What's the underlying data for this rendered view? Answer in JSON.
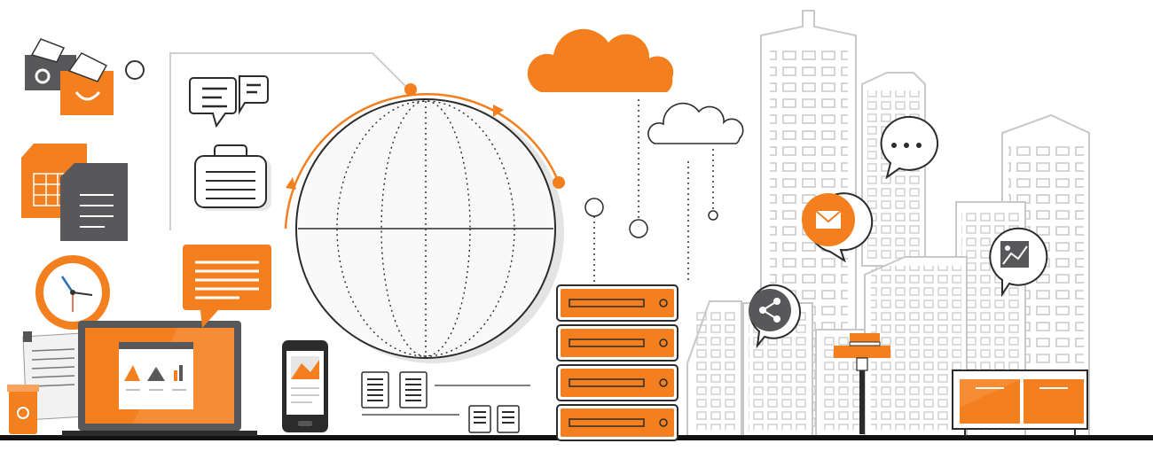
{
  "scene": {
    "kind": "flat vector illustration: cloud, server and city infrastructure",
    "colors": {
      "accent": "#f47f1f",
      "dark": "#58585a",
      "line": "#2b2b2b",
      "light_line": "#c8c8c8",
      "shadow": "#ececec",
      "ground": "#111111"
    },
    "icons": [
      "mail-envelope-icon",
      "spreadsheet-document-icon",
      "text-document-icon",
      "wall-clock-icon",
      "laptop-icon",
      "speech-bubble-icon",
      "briefcase-icon",
      "globe-icon",
      "smartphone-icon",
      "cloud-icon",
      "server-rack-icon",
      "share-icon",
      "email-bubble-icon",
      "image-chart-icon",
      "chat-dots-icon",
      "street-lamp-icon",
      "storage-cabinet-icon",
      "city-skyline"
    ],
    "server_units": 4
  }
}
